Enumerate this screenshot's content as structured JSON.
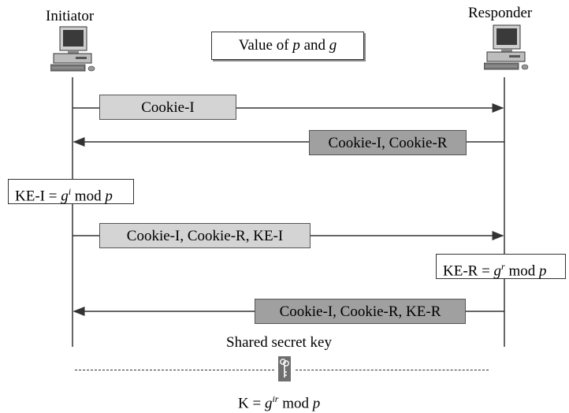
{
  "participants": {
    "initiator": "Initiator",
    "responder": "Responder"
  },
  "params_note": {
    "prefix": "Value of ",
    "p": "p",
    "mid": " and ",
    "g": "g"
  },
  "messages": [
    {
      "text": "Cookie-I",
      "direction": "initiator-to-responder"
    },
    {
      "text": "Cookie-I, Cookie-R",
      "direction": "responder-to-initiator"
    },
    {
      "text": "Cookie-I, Cookie-R, KE-I",
      "direction": "initiator-to-responder"
    },
    {
      "text": "Cookie-I, Cookie-R, KE-R",
      "direction": "responder-to-initiator"
    }
  ],
  "ke_i": {
    "lhs": "KE-I = ",
    "base": "g",
    "exp": "i",
    "mod": " mod ",
    "p": "p"
  },
  "ke_r": {
    "lhs": "KE-R = ",
    "base": "g",
    "exp": "r",
    "mod": " mod ",
    "p": "p"
  },
  "shared": {
    "label": "Shared secret key",
    "icon": "key-icon",
    "lhs": "K = ",
    "base": "g",
    "exp": "ir",
    "mod": " mod ",
    "p": "p"
  },
  "colors": {
    "light_box": "#d4d4d4",
    "dark_box": "#a0a0a0",
    "line": "#333333"
  }
}
